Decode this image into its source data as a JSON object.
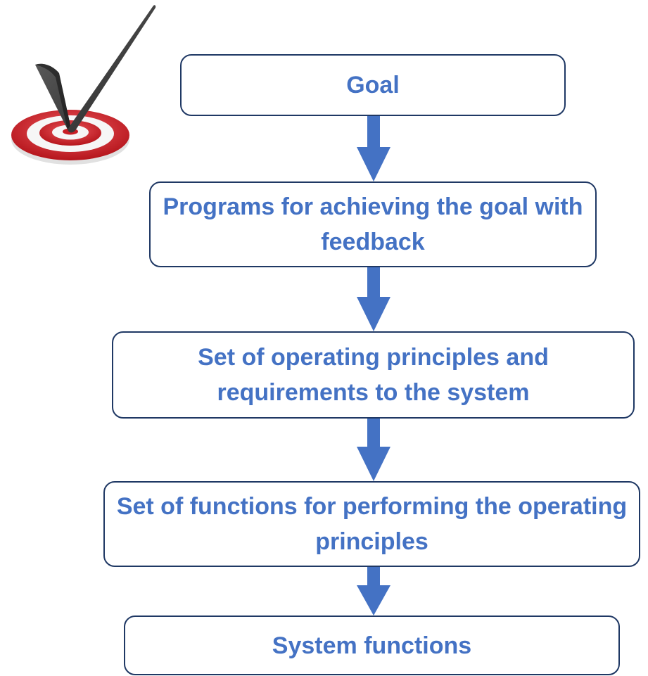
{
  "colors": {
    "text": "#4472c4",
    "arrow": "#4472c4",
    "box_border": "#1f3864",
    "target_red": "#d9282f",
    "check_dark": "#3a3a3a"
  },
  "icons": {
    "target": "target-with-checkmark-icon"
  },
  "steps": [
    {
      "label": "Goal"
    },
    {
      "label": "Programs for achieving the goal with feedback"
    },
    {
      "label": "Set of operating principles and requirements to the system"
    },
    {
      "label": "Set of functions for performing the operating principles"
    },
    {
      "label": "System functions"
    }
  ]
}
